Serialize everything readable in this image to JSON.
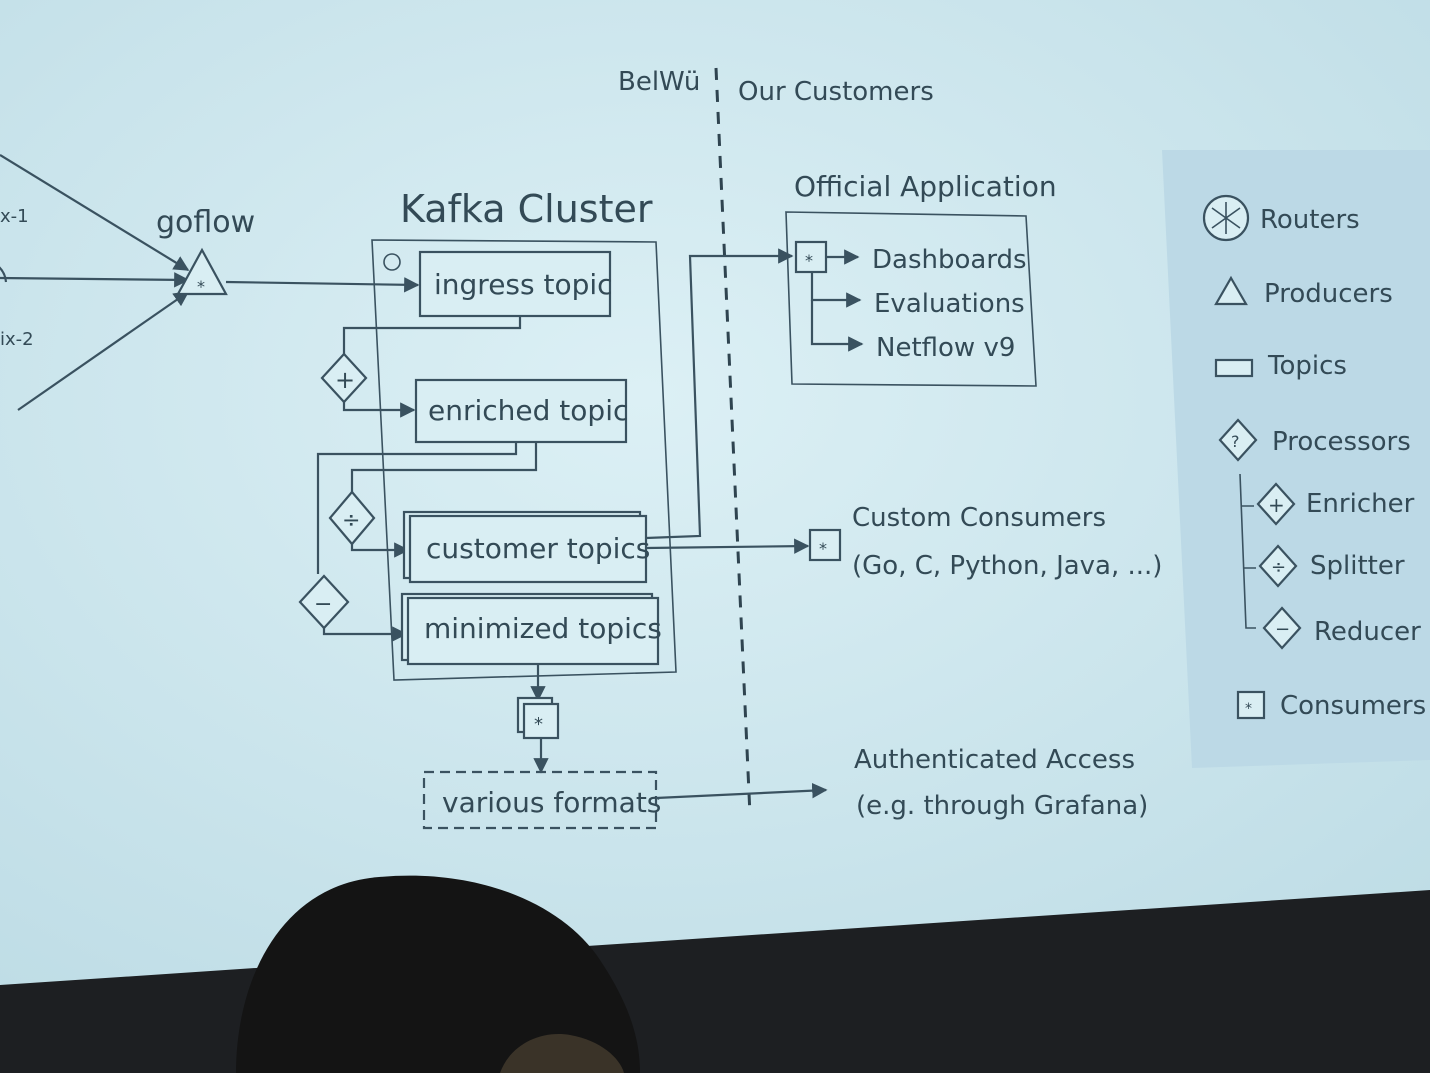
{
  "sides": {
    "left": "BelWü",
    "right": "Our Customers"
  },
  "routers": {
    "r1": "x-1",
    "r2": "ix-2"
  },
  "producer": {
    "name": "goflow"
  },
  "cluster": {
    "title": "Kafka Cluster",
    "topics": [
      "ingress topic",
      "enriched topic",
      "customer topics",
      "minimized topics"
    ]
  },
  "formats": "various formats",
  "official": {
    "title": "Official Application",
    "items": [
      "Dashboards",
      "Evaluations",
      "Netflow v9"
    ]
  },
  "custom": {
    "line1": "Custom Consumers",
    "line2": "(Go, C, Python, Java, ...)"
  },
  "auth": {
    "line1": "Authenticated Access",
    "line2": "(e.g. through Grafana)"
  },
  "legend": {
    "routers": "Routers",
    "producers": "Producers",
    "topics": "Topics",
    "processors": "Processors",
    "enricher": "Enricher",
    "splitter": "Splitter",
    "reducer": "Reducer",
    "consumers": "Consumers"
  },
  "symbols": {
    "plus": "+",
    "divide": "÷",
    "minus": "−",
    "question": "?",
    "star": "*"
  },
  "colors": {
    "screen": "#cfe8ef",
    "ink": "#334a56",
    "legend_bg": "#bcd9e6"
  }
}
